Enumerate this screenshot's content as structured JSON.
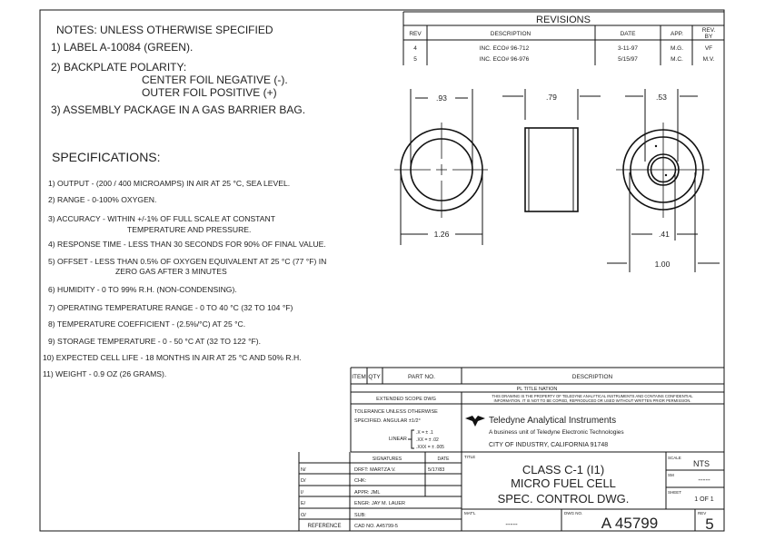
{
  "notes": {
    "title": "NOTES: UNLESS OTHERWISE SPECIFIED",
    "items": [
      "1) LABEL A-10084 (GREEN).",
      "2) BACKPLATE POLARITY:",
      "CENTER FOIL NEGATIVE (-).",
      "OUTER FOIL POSITIVE (+)",
      "3) ASSEMBLY PACKAGE IN A GAS BARRIER BAG."
    ]
  },
  "specifications": {
    "title": "SPECIFICATIONS:",
    "items": [
      "1) OUTPUT - (200 / 400 MICROAMPS) IN AIR AT 25 °C, SEA LEVEL.",
      "2) RANGE - 0-100% OXYGEN.",
      "3) ACCURACY - WITHIN +/-1% OF FULL SCALE AT CONSTANT",
      "TEMPERATURE AND PRESSURE.",
      "4) RESPONSE TIME - LESS THAN 30 SECONDS FOR 90% OF FINAL VALUE.",
      "5) OFFSET - LESS THAN 0.5% OF OXYGEN EQUIVALENT AT 25 °C (77 °F) IN",
      "ZERO GAS AFTER 3 MINUTES",
      "6) HUMIDITY - 0 TO 99% R.H. (NON-CONDENSING).",
      "7) OPERATING TEMPERATURE RANGE - 0 TO 40 °C (32 TO 104 °F)",
      "8) TEMPERATURE COEFFICIENT - (2.5%/°C) AT 25 °C.",
      "9) STORAGE TEMPERATURE - 0 - 50 °C AT (32 TO 122 °F).",
      "10) EXPECTED CELL LIFE - 18 MONTHS IN AIR AT 25 °C AND 50% R.H.",
      "11) WEIGHT - 0.9 OZ (26 GRAMS)."
    ]
  },
  "revisions": {
    "title": "REVISIONS",
    "headers": [
      "REV",
      "DESCRIPTION",
      "DATE",
      "APP.",
      "REV.",
      "BY"
    ],
    "rows": [
      {
        "rev": "4",
        "description": "INC. ECO# 96-712",
        "date": "3-11-97",
        "app": "M.G.",
        "by": "VF"
      },
      {
        "rev": "5",
        "description": "INC. ECO# 96-976",
        "date": "5/15/97",
        "app": "M.C.",
        "by": "M.V."
      }
    ]
  },
  "dimensions": {
    "left_inner": ".93",
    "left_outer": "1.26",
    "side_width": ".79",
    "right_inner": ".53",
    "right_ring": ".41",
    "right_outer": "1.00"
  },
  "parts_list": {
    "headers": [
      "ITEM",
      "QTY",
      "PART NO.",
      "DESCRIPTION"
    ],
    "pl_title": "PL TITLE NATION",
    "extended_scope": "EXTENDED SCOPE DWG",
    "proprietary": [
      "THIS DRAWING IS THE PROPERTY OF TELEDYNE ANALYTICAL INSTRUMENTS AND CONTAINS CONFIDENTIAL",
      "INFORMATION. IT IS NOT TO BE COPIED, REPRODUCED OR USED WITHOUT WRITTEN PRIOR PERMISSION."
    ]
  },
  "tolerance": {
    "line1": "TOLERANCE UNLESS OTHERWISE",
    "line2": "SPECIFIED. ANGULAR ±1/2°",
    "linear_label": "LINEAR",
    "x": ".X    = ± .1",
    "xx": ".XX   = ± .02",
    "xxx": ".XXX = ± .005"
  },
  "company": {
    "name": "Teledyne Analytical Instruments",
    "subtitle": "A business unit of Teledyne Electronic Technologies",
    "address": "CITY OF INDUSTRY, CALIFORNIA 91748"
  },
  "signatures": {
    "header": "SIGNATURES",
    "date_header": "DATE",
    "rows": [
      {
        "side": "N/",
        "label": "DRFT: MARTZA V.",
        "date": "5/17/83"
      },
      {
        "side": "D/",
        "label": "CHK:",
        "date": ""
      },
      {
        "side": "I/",
        "label": "APPR: JML",
        "date": ""
      },
      {
        "side": "E/",
        "label": "ENGR: JAY M. LAUER",
        "date": ""
      },
      {
        "side": "O/",
        "label": "SUB:",
        "date": ""
      }
    ],
    "reference": "REFERENCE",
    "cad_no": "CAD NO. A45799-5"
  },
  "title_block": {
    "title_label": "TITLE",
    "title_lines": [
      "CLASS C-1 (I1)",
      "MICRO FUEL CELL",
      "SPEC. CONTROL DWG."
    ],
    "scale_label": "SCALE",
    "scale": "NTS",
    "sm_label": "SM",
    "sm": "-----",
    "sheet_label": "SHEET",
    "sheet": "1 OF 1",
    "mat_label": "MAT'L",
    "mat": "-----",
    "dwg_no_label": "DWG NO.",
    "dwg_no": "A 45799",
    "rev_label": "REV",
    "rev": "5"
  }
}
